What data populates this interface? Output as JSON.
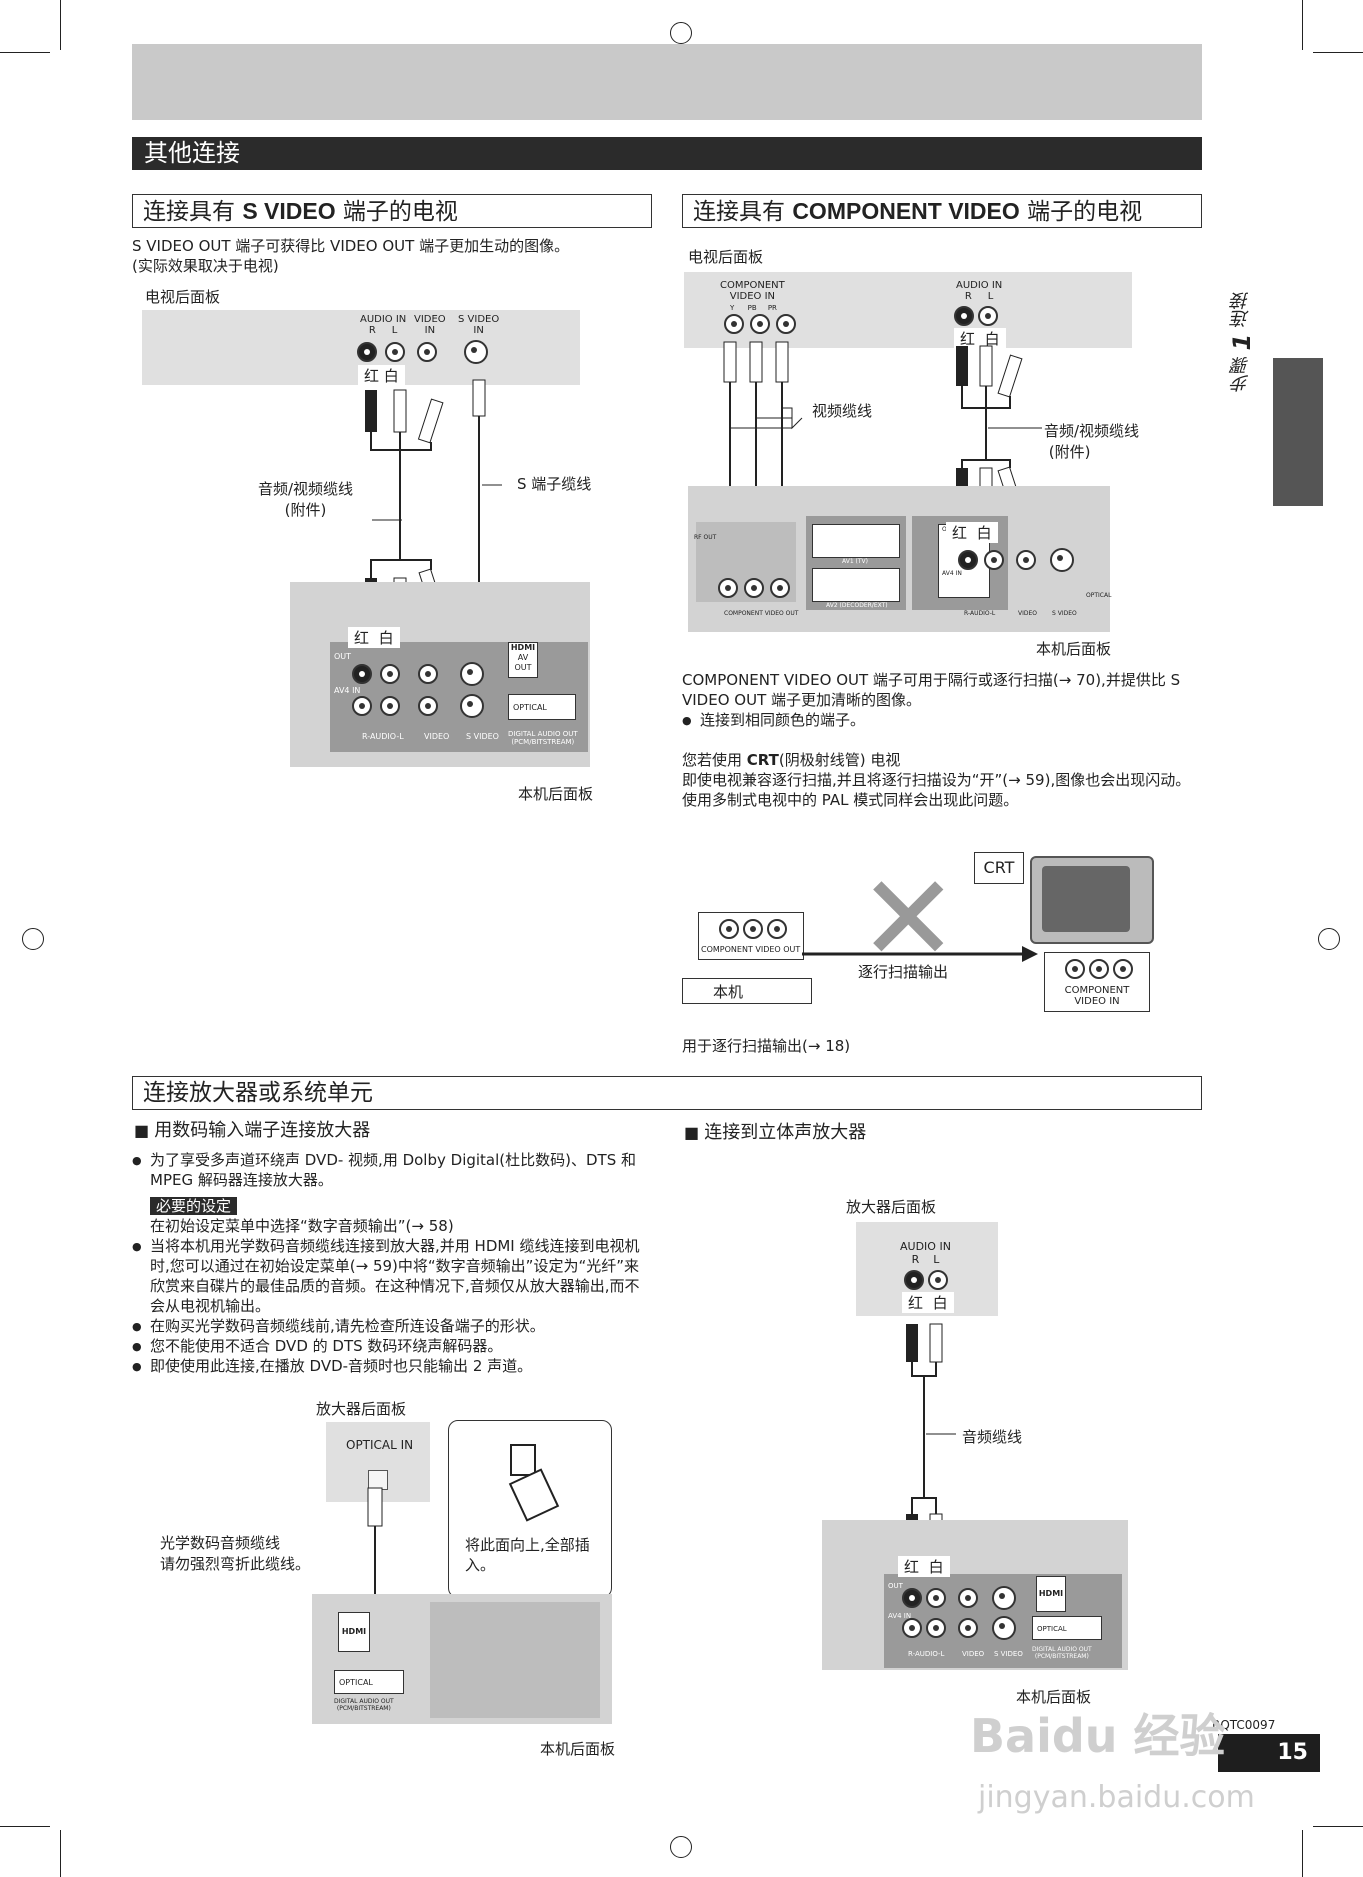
{
  "header": {
    "section_title": "其他连接"
  },
  "svideo": {
    "title_prefix": "连接具有 ",
    "title_bold": "S VIDEO",
    "title_suffix": " 端子的电视",
    "desc": "S VIDEO OUT 端子可获得比 VIDEO OUT 端子更加生动的图像。",
    "note": "(实际效果取决于电视)",
    "tv_panel_label": "电视后面板",
    "jack_labels": [
      "AUDIO IN",
      "R",
      "L",
      "VIDEO",
      "IN",
      "S VIDEO",
      "IN"
    ],
    "color_tags": [
      "红",
      "白"
    ],
    "cable_av": "音频/视频缆线",
    "cable_av_note": "(附件)",
    "cable_s": "S 端子缆线",
    "unit_label": "本机后面板",
    "unit_row_labels": [
      "OUT",
      "AV4 IN"
    ],
    "unit_bottom_labels": [
      "R-AUDIO-L",
      "VIDEO",
      "S VIDEO"
    ],
    "hdmi": "HDMI",
    "hdmi_sub": "AV OUT",
    "optical": "OPTICAL",
    "digital_out": "DIGITAL AUDIO OUT",
    "digital_out_sub": "(PCM/BITSTREAM)"
  },
  "component": {
    "title_prefix": "连接具有 ",
    "title_bold": "COMPONENT VIDEO",
    "title_suffix": " 端子的电视",
    "tv_panel_label": "电视后面板",
    "panel_text_left": [
      "COMPONENT",
      "VIDEO IN"
    ],
    "panel_ypbpr": [
      "Y",
      "PB",
      "PR"
    ],
    "panel_text_right": [
      "AUDIO IN",
      "R",
      "L"
    ],
    "color_tags": [
      "红",
      "白"
    ],
    "cable_video": "视频缆线",
    "cable_audio": "音频/视频缆线",
    "cable_audio_note": "(附件)",
    "unit_label": "本机后面板",
    "unit_small_labels": [
      "RF OUT",
      "AV1 (TV)",
      "AV2 (DECODER/EXT)",
      "COMPONENT VIDEO OUT",
      "R-AUDIO-L",
      "VIDEO",
      "S VIDEO",
      "OUT",
      "AV4 IN",
      "OPTICAL"
    ],
    "desc1": "COMPONENT VIDEO OUT 端子可用于隔行或逐行扫描(→ 70),并提供比 S VIDEO OUT 端子更加清晰的图像。",
    "bullet": "连接到相同颜色的端子。",
    "crt_head_prefix": "您若使用 ",
    "crt_head_bold": "CRT",
    "crt_head_suffix": "(阴极射线管) 电视",
    "crt_desc": "即使电视兼容逐行扫描,并且将逐行扫描设为“开”(→ 59),图像也会出现闪动。使用多制式电视中的 PAL 模式同样会出现此问题。",
    "diagram_crt": "CRT",
    "diagram_comp_out": "COMPONENT VIDEO OUT",
    "diagram_unit": "本机",
    "diagram_arrow_label": "逐行扫描输出",
    "diagram_comp_in_1": "COMPONENT",
    "diagram_comp_in_2": "VIDEO IN",
    "footnote": "用于逐行扫描输出(→ 18)"
  },
  "amplifier": {
    "title": "连接放大器或系统单元",
    "digital": {
      "heading": "用数码输入端子连接放大器",
      "bullet1": "为了享受多声道环绕声 DVD- 视频,用 Dolby Digital(杜比数码)、DTS 和 MPEG 解码器连接放大器。",
      "setting_tag": "必要的设定",
      "setting_text": "在初始设定菜单中选择“数字音频输出”(→ 58)",
      "bullet2": "当将本机用光学数码音频缆线连接到放大器,并用 HDMI 缆线连接到电视机时,您可以通过在初始设定菜单(→ 59)中将“数字音频输出”设定为“光纤”来欣赏来自碟片的最佳品质的音频。在这种情况下,音频仅从放大器输出,而不会从电视机输出。",
      "bullet3": "在购买光学数码音频缆线前,请先检查所连设备端子的形状。",
      "bullet4": "您不能使用不适合 DVD 的 DTS 数码环绕声解码器。",
      "bullet5": "即使使用此连接,在播放 DVD-音频时也只能输出 2 声道。",
      "amp_panel_label": "放大器后面板",
      "optical_in": "OPTICAL IN",
      "cable_label": "光学数码音频缆线",
      "cable_warn": "请勿强烈弯折此缆线。",
      "insert_note": "将此面向上,全部插入。",
      "unit_label": "本机后面板",
      "hdmi": "HDMI",
      "optical": "OPTICAL",
      "digital_out": "DIGITAL AUDIO OUT",
      "digital_out_sub": "(PCM/BITSTREAM)"
    },
    "stereo": {
      "heading": "连接到立体声放大器",
      "amp_panel_label": "放大器后面板",
      "audio_in": "AUDIO IN",
      "rl": [
        "R",
        "L"
      ],
      "color_tags": [
        "红",
        "白"
      ],
      "cable": "音频缆线",
      "unit_label": "本机后面板",
      "unit_bottom_labels": [
        "R-AUDIO-L",
        "VIDEO",
        "S VIDEO"
      ],
      "row_labels": [
        "OUT",
        "AV4 IN"
      ],
      "hdmi": "HDMI",
      "optical": "OPTICAL",
      "digital_out": "DIGITAL AUDIO OUT",
      "digital_out_sub": "(PCM/BITSTREAM)"
    }
  },
  "sidebar": {
    "step_label": "步骤",
    "step_number": "1",
    "step_title": "连接"
  },
  "footer": {
    "doc_code": "RQTC0097",
    "page_number": "15",
    "watermark_1": "Baidu 经验",
    "watermark_2": "jingyan.baidu.com"
  }
}
